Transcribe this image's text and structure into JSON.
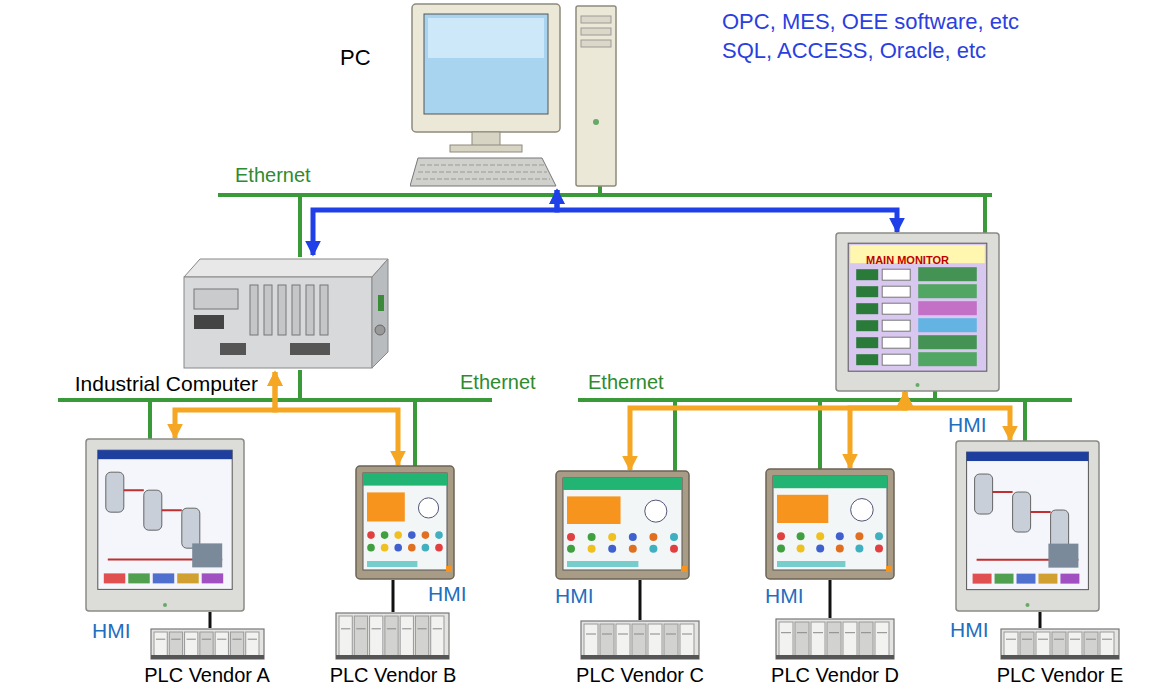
{
  "diagram": {
    "nodes": [
      {
        "text": [
          "PC"
        ]
      },
      {
        "text": [
          "Industrial Computer"
        ]
      },
      {
        "text": [
          "HMI"
        ]
      },
      {
        "text": [
          "HMI"
        ]
      },
      {
        "text": [
          "PLC Vendor A"
        ]
      },
      {
        "text": [
          "HMI"
        ]
      },
      {
        "text": [
          "PLC Vendor B"
        ]
      },
      {
        "text": [
          "HMI"
        ]
      },
      {
        "text": [
          "PLC Vendor C"
        ]
      },
      {
        "text": [
          "HMI"
        ]
      },
      {
        "text": [
          "PLC Vendor D"
        ]
      },
      {
        "text": [
          "HMI"
        ]
      },
      {
        "text": [
          "PLC Vendor E"
        ]
      }
    ],
    "edges": [
      {
        "from": 0,
        "to": 1,
        "arrow": "both"
      },
      {
        "from": 0,
        "to": 2,
        "arrow": "both"
      },
      {
        "from": 1,
        "to": 3,
        "arrow": "both"
      },
      {
        "from": 1,
        "to": 5,
        "arrow": "both"
      },
      {
        "from": 2,
        "to": 7,
        "arrow": "both"
      },
      {
        "from": 2,
        "to": 9,
        "arrow": "both"
      },
      {
        "from": 2,
        "to": 11,
        "arrow": "both"
      },
      {
        "from": 3,
        "to": 4,
        "arrow": "none"
      },
      {
        "from": 5,
        "to": 6,
        "arrow": "none"
      },
      {
        "from": 7,
        "to": 8,
        "arrow": "none"
      },
      {
        "from": 9,
        "to": 10,
        "arrow": "none"
      },
      {
        "from": 11,
        "to": 12,
        "arrow": "none"
      }
    ],
    "labels": [
      "OPC, MES, OEE software, etc",
      "SQL, ACCESS, Oracle, etc",
      "Ethernet",
      "Ethernet",
      "Ethernet",
      "MAIN MONITOR"
    ]
  }
}
